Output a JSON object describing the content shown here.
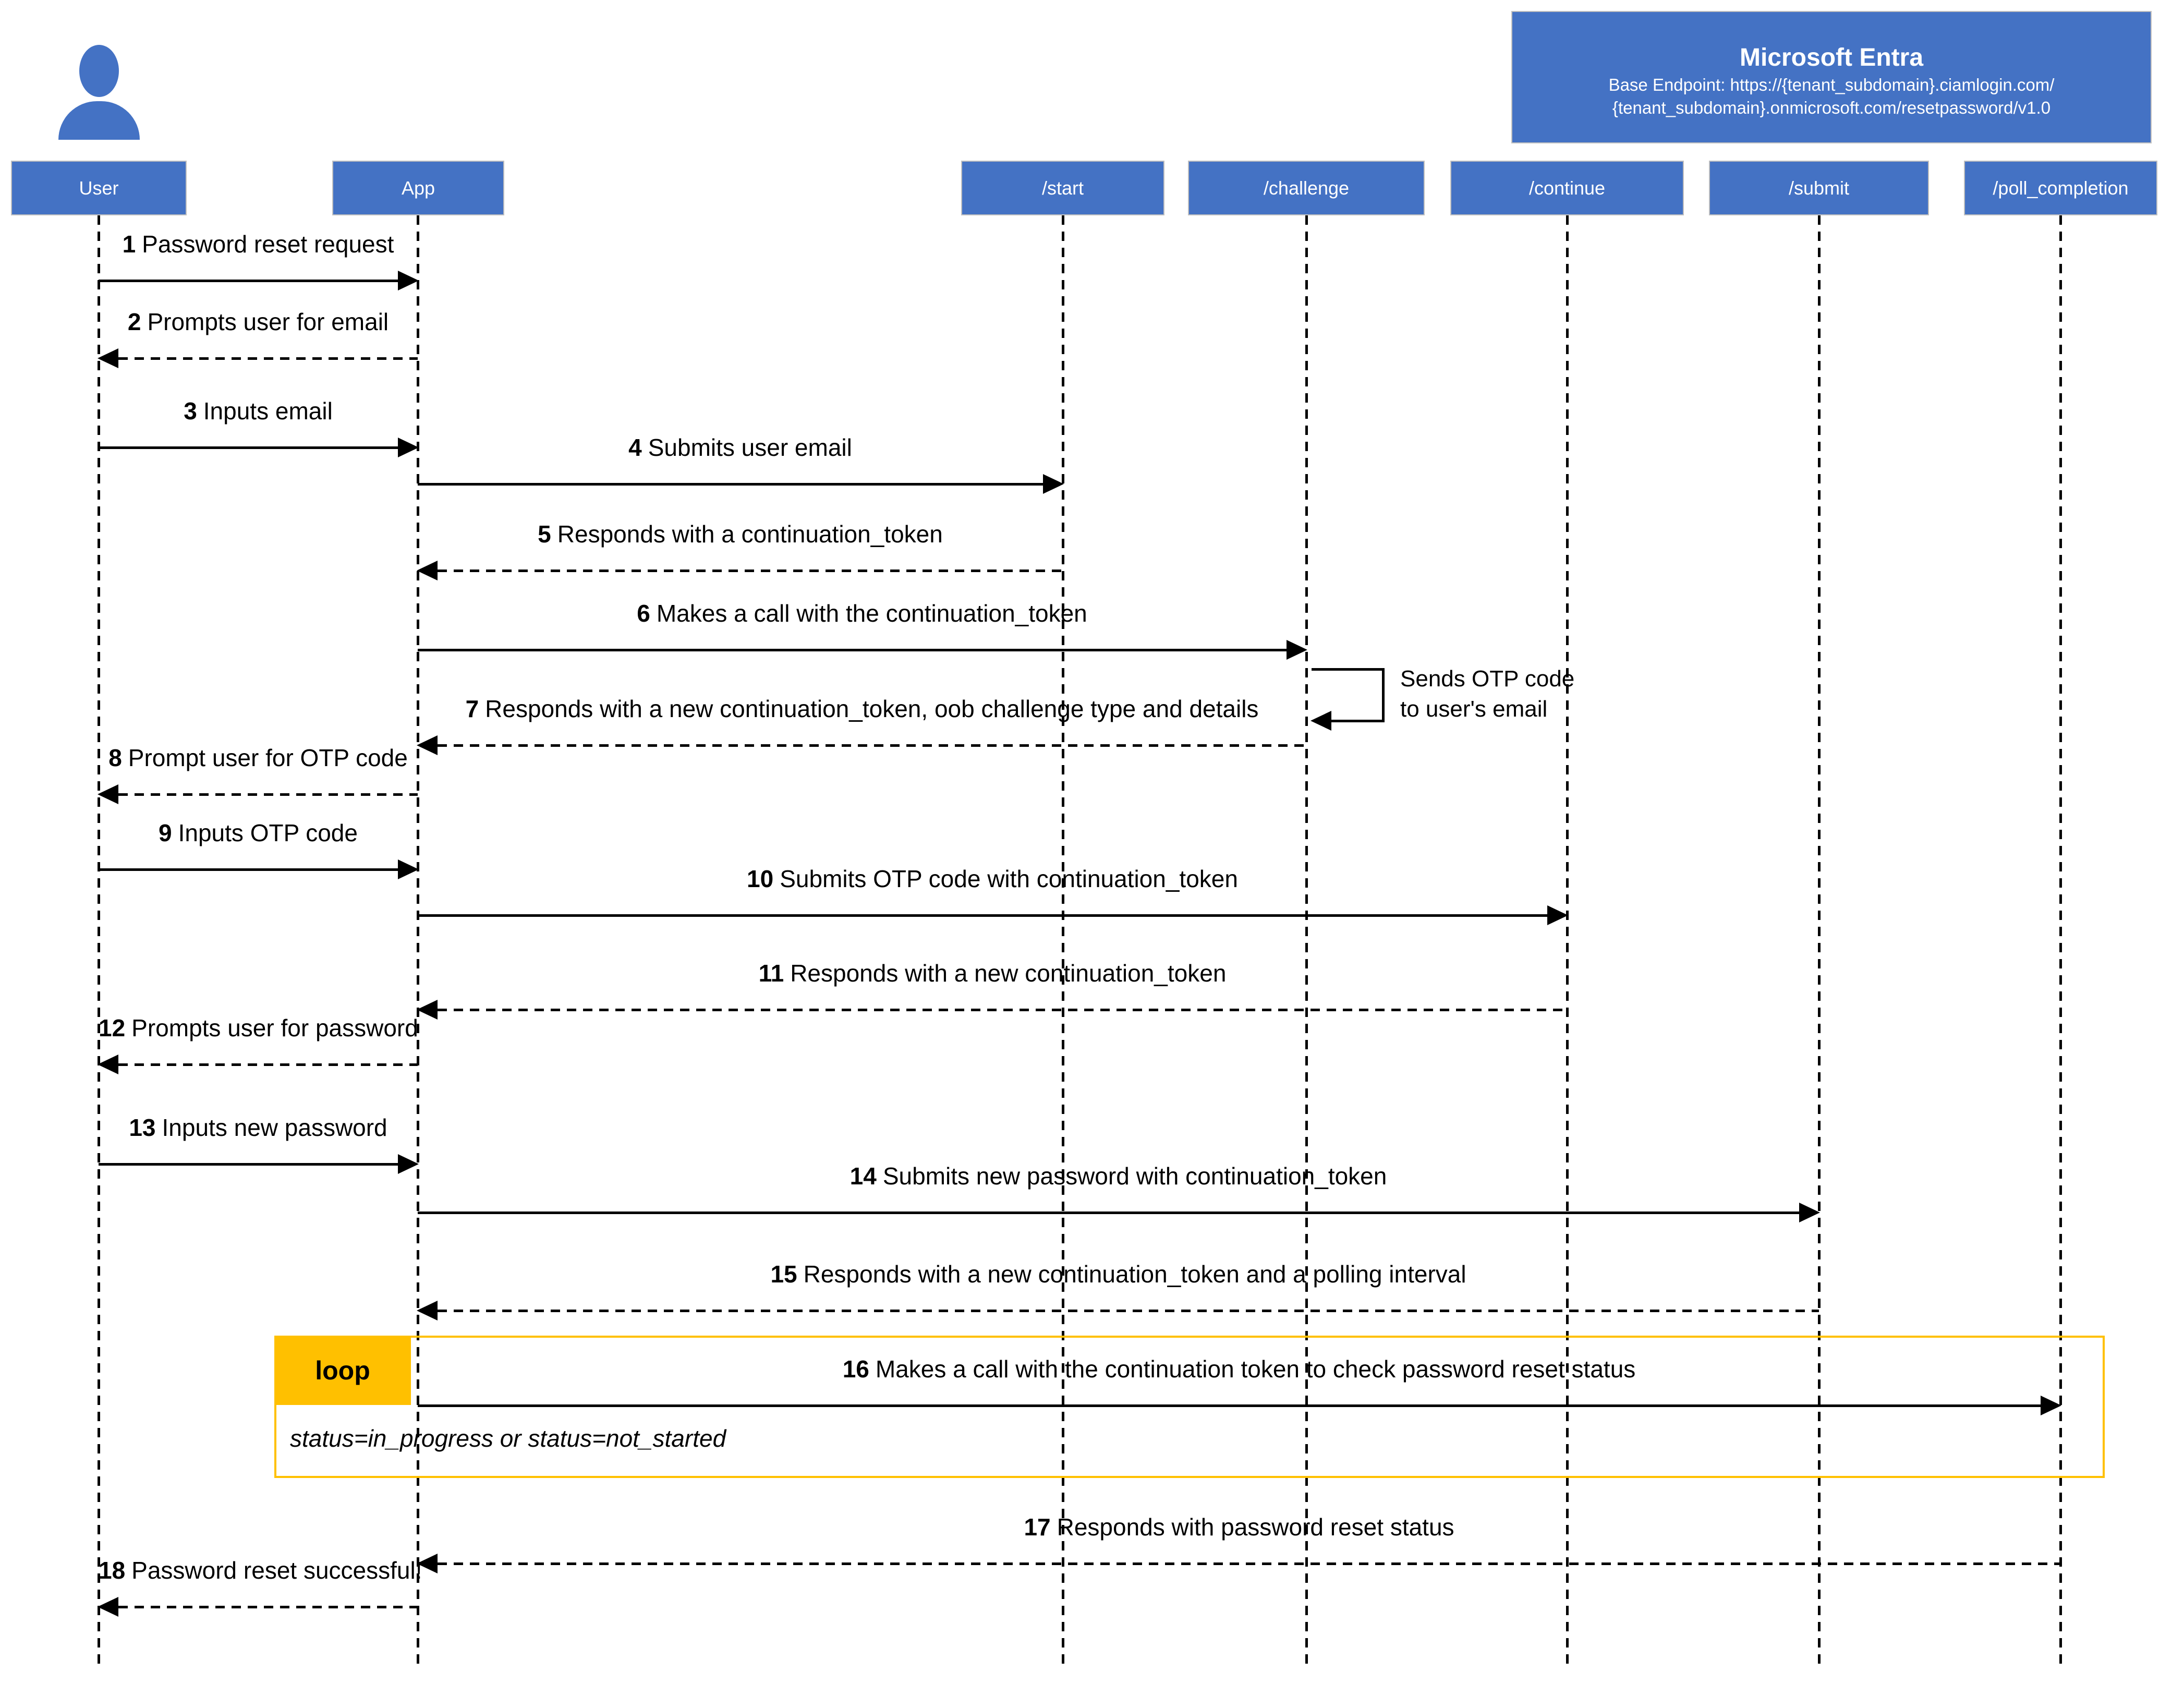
{
  "entra": {
    "title": "Microsoft Entra",
    "endpoint_line1": "Base Endpoint: https://{tenant_subdomain}.ciamlogin.com/",
    "endpoint_line2": "{tenant_subdomain}.onmicrosoft.com/resetpassword/v1.0"
  },
  "actors": [
    {
      "label": "User"
    },
    {
      "label": "App"
    },
    {
      "label": "/start"
    },
    {
      "label": "/challenge"
    },
    {
      "label": "/continue"
    },
    {
      "label": "/submit"
    },
    {
      "label": "/poll_completion"
    }
  ],
  "messages": [
    {
      "num": "1",
      "text": "Password reset request"
    },
    {
      "num": "2",
      "text": "Prompts user for email"
    },
    {
      "num": "3",
      "text": "Inputs email"
    },
    {
      "num": "4",
      "text": "Submits user email"
    },
    {
      "num": "5",
      "text": "Responds with a continuation_token"
    },
    {
      "num": "6",
      "text": "Makes a call with the continuation_token"
    },
    {
      "num": "7",
      "text": "Responds with a new continuation_token, oob challenge type and details"
    },
    {
      "num": "8",
      "text": "Prompt user for OTP code"
    },
    {
      "num": "9",
      "text": "Inputs OTP code"
    },
    {
      "num": "10",
      "text": "Submits OTP code with continuation_token"
    },
    {
      "num": "11",
      "text": "Responds with a new continuation_token"
    },
    {
      "num": "12",
      "text": "Prompts user for password"
    },
    {
      "num": "13",
      "text": "Inputs new password"
    },
    {
      "num": "14",
      "text": "Submits new password with continuation_token"
    },
    {
      "num": "15",
      "text": "Responds with a new continuation_token and a polling interval"
    },
    {
      "num": "16",
      "text": "Makes a call with the continuation token to check password reset status"
    },
    {
      "num": "17",
      "text": "Responds with password reset status"
    },
    {
      "num": "18",
      "text": "Password reset successful!"
    }
  ],
  "self_note": {
    "line1": "Sends OTP code",
    "line2": "to user's email"
  },
  "loop": {
    "label": "loop",
    "guard": "status=in_progress or status=not_started"
  },
  "colors": {
    "actor_blue": "#4472C4",
    "loop_gold": "#FFC000"
  }
}
